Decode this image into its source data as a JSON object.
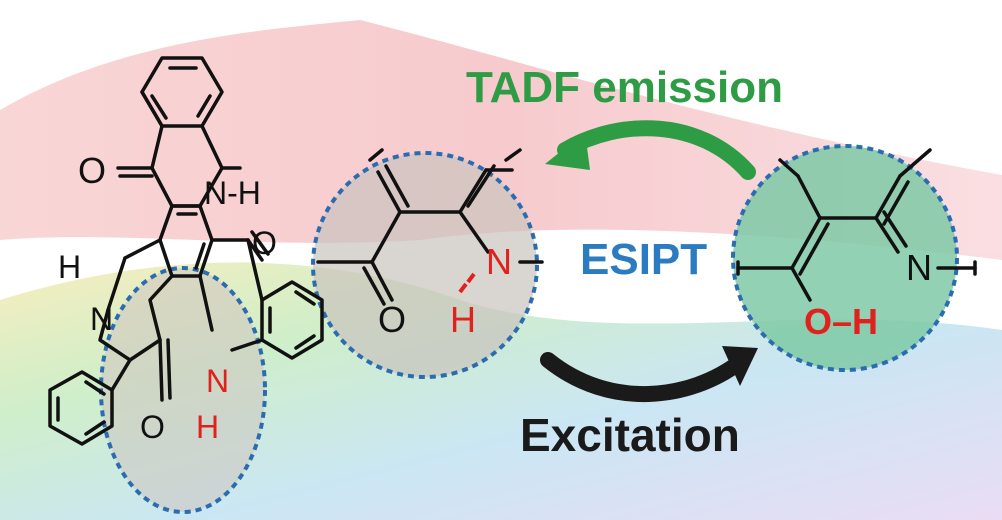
{
  "labels": {
    "tadf": "TADF emission",
    "esipt": "ESIPT",
    "excitation": "Excitation"
  },
  "atoms": {
    "o": "O",
    "n": "N",
    "h": "H",
    "nh": "N-H",
    "oh": "O–H"
  },
  "colors": {
    "tadf_green": "#2e9c45",
    "esipt_blue": "#2a7bbf",
    "excitation_black": "#1a1a1a",
    "proton_red": "#e0211d",
    "dotted_circle": "#2b6cb0",
    "keto_fill": "#c9c3bd",
    "enol_fill": "#7fc9a6"
  },
  "icons": {
    "tadf_arrow": "curved-arrow-left-icon",
    "excitation_arrow": "curved-arrow-right-icon"
  }
}
